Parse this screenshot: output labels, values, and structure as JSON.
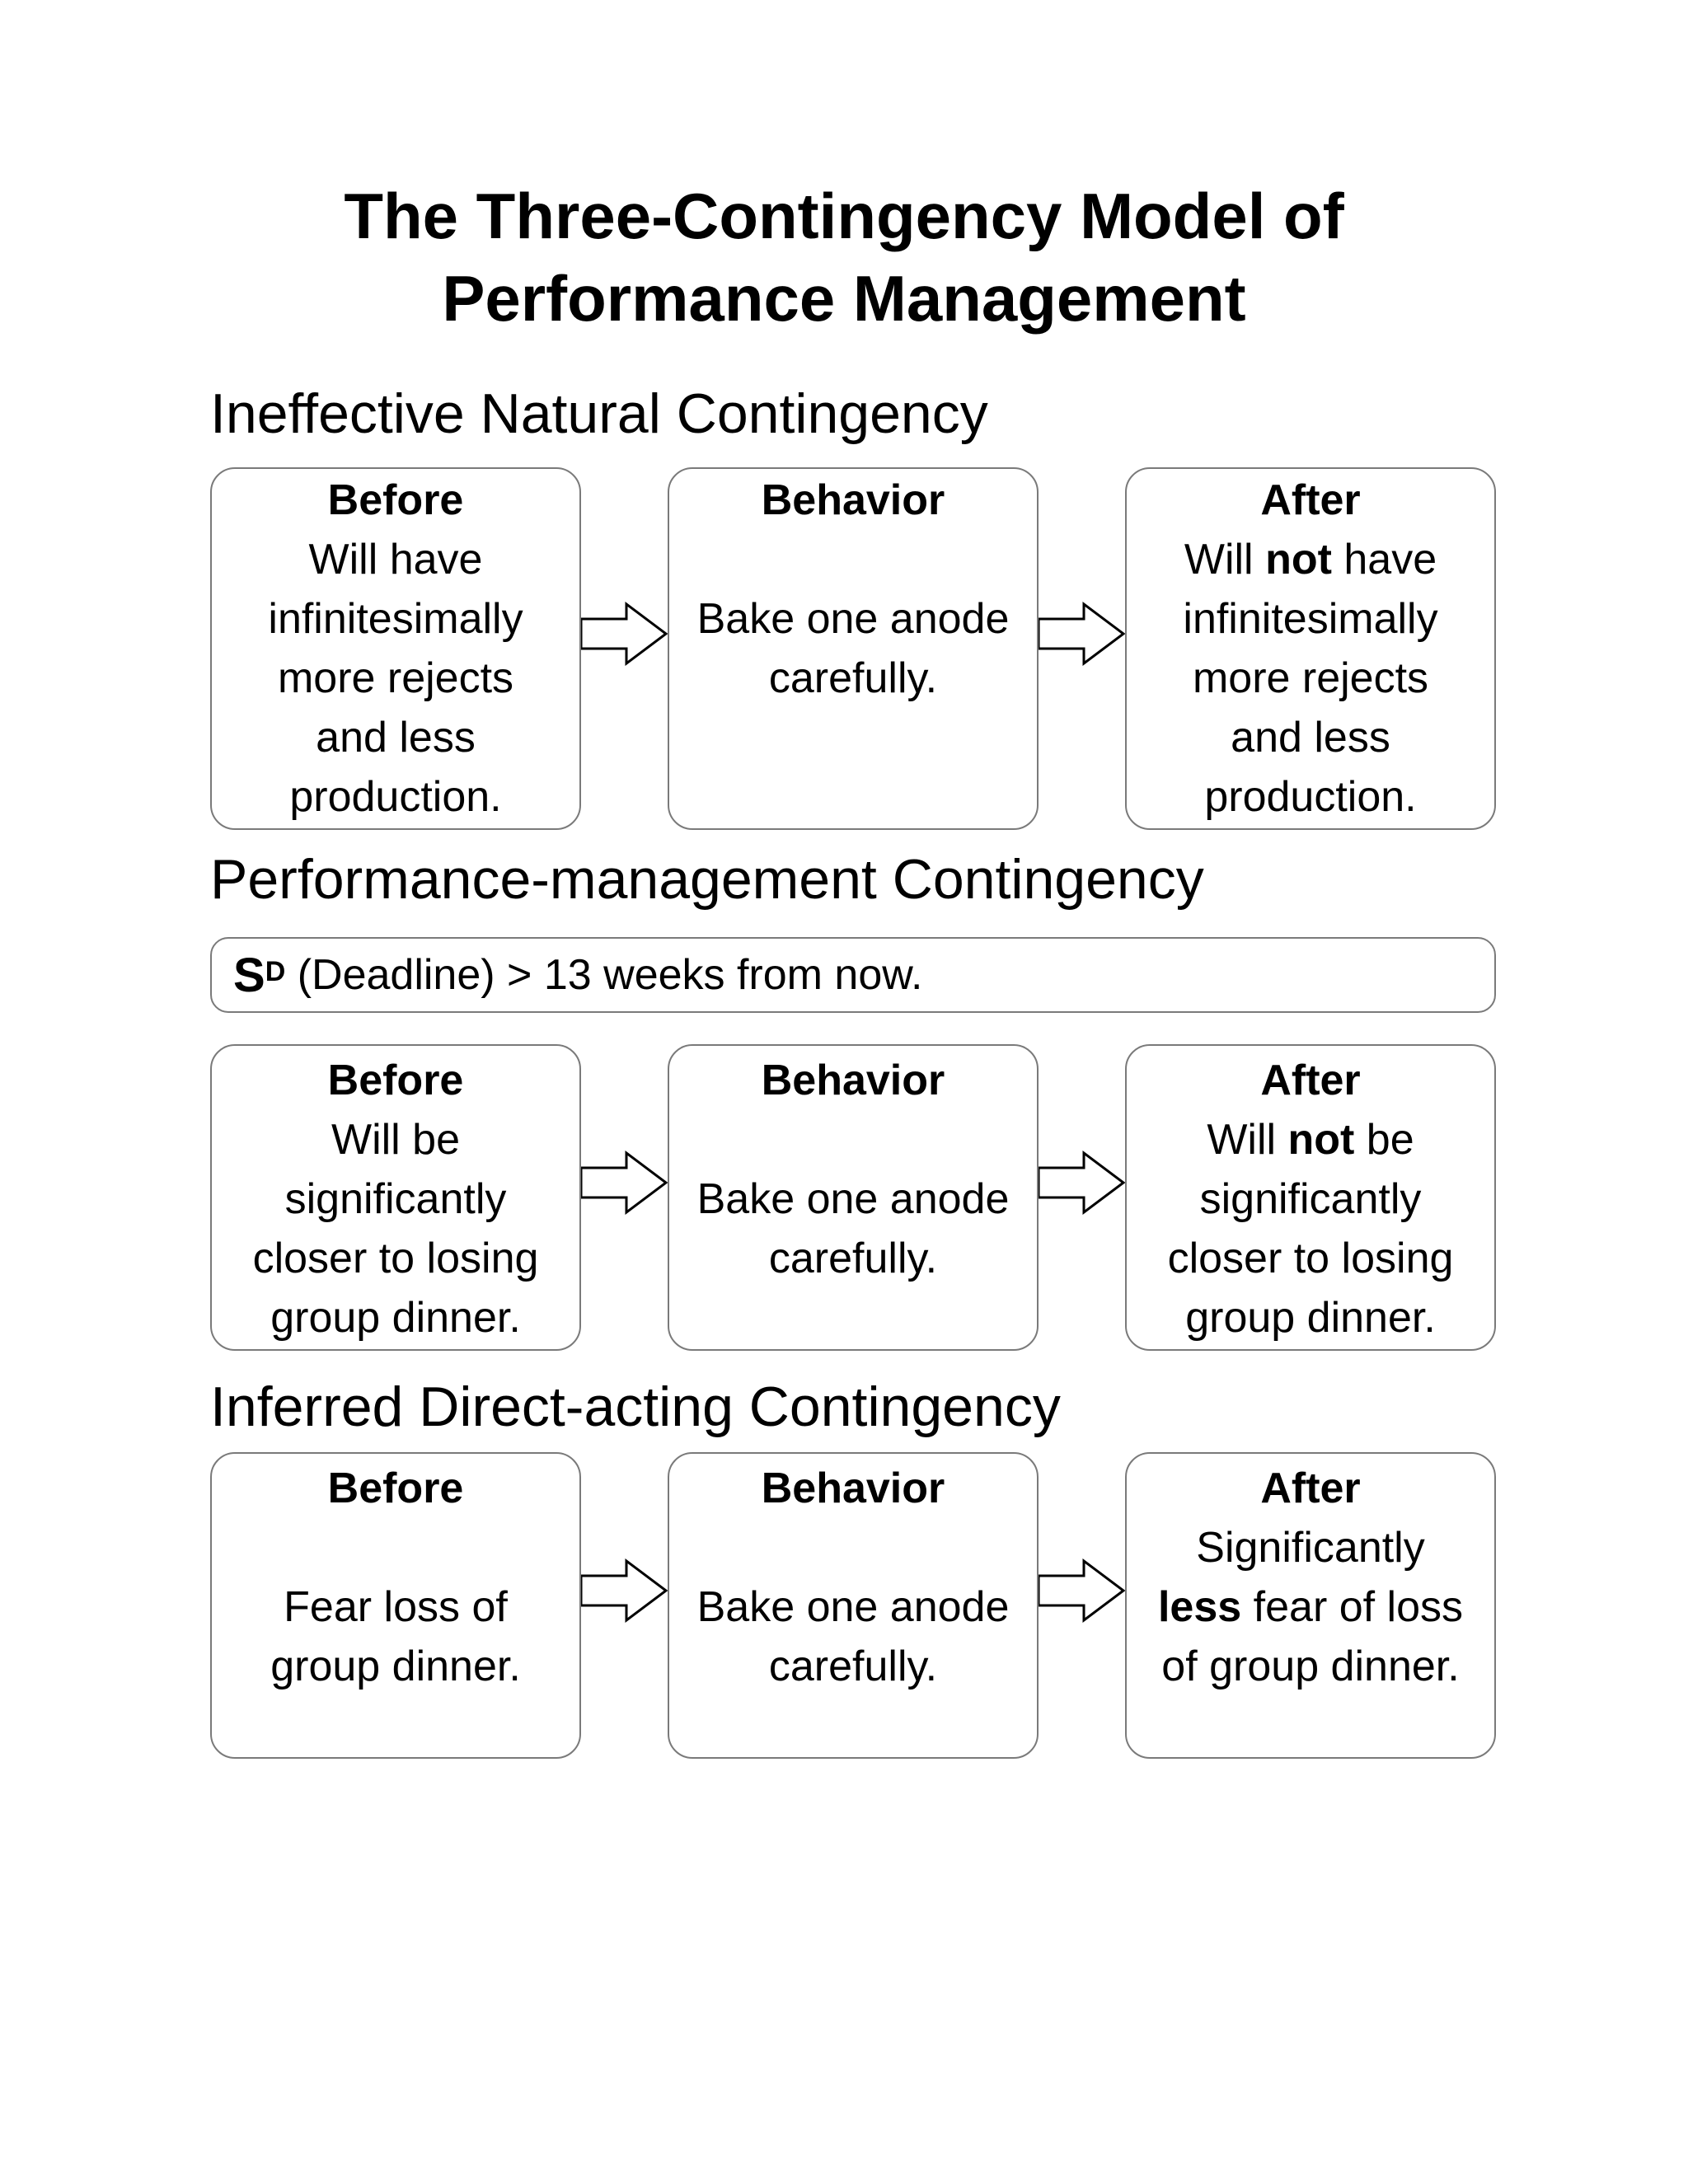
{
  "title": {
    "line1": "The Three-Contingency Model of",
    "line2": "Performance Management"
  },
  "arrow_icon": "right-block-arrow",
  "colors": {
    "background": "#ffffff",
    "text": "#000000",
    "box_border": "#7a7a7a"
  },
  "sections": [
    {
      "heading": "Ineffective Natural Contingency",
      "before": {
        "header": "Before",
        "body": "Will have\ninfinitesimally\nmore rejects\nand less\nproduction."
      },
      "behavior": {
        "header": "Behavior",
        "body": "\nBake one anode\ncarefully."
      },
      "after": {
        "header": "After",
        "pre": "Will ",
        "bold": "not",
        "post": " have\ninfinitesimally\nmore rejects\nand less\nproduction."
      }
    },
    {
      "heading": "Performance-management Contingency",
      "sd": {
        "s": "S",
        "sup": "D",
        "rest": " (Deadline) > 13 weeks from now."
      },
      "before": {
        "header": "Before",
        "body": "Will be\nsignificantly\ncloser to losing\ngroup dinner."
      },
      "behavior": {
        "header": "Behavior",
        "body": "\nBake one anode\ncarefully."
      },
      "after": {
        "header": "After",
        "pre": "Will ",
        "bold": "not",
        "post": " be\nsignificantly\ncloser to losing\ngroup dinner."
      }
    },
    {
      "heading": "Inferred Direct-acting Contingency",
      "before": {
        "header": "Before",
        "body": "\nFear loss of\ngroup dinner."
      },
      "behavior": {
        "header": "Behavior",
        "body": "\nBake one anode\ncarefully."
      },
      "after": {
        "header": "After",
        "pre": "Significantly\n",
        "bold": "less",
        "post": " fear of loss\nof group dinner."
      }
    }
  ]
}
